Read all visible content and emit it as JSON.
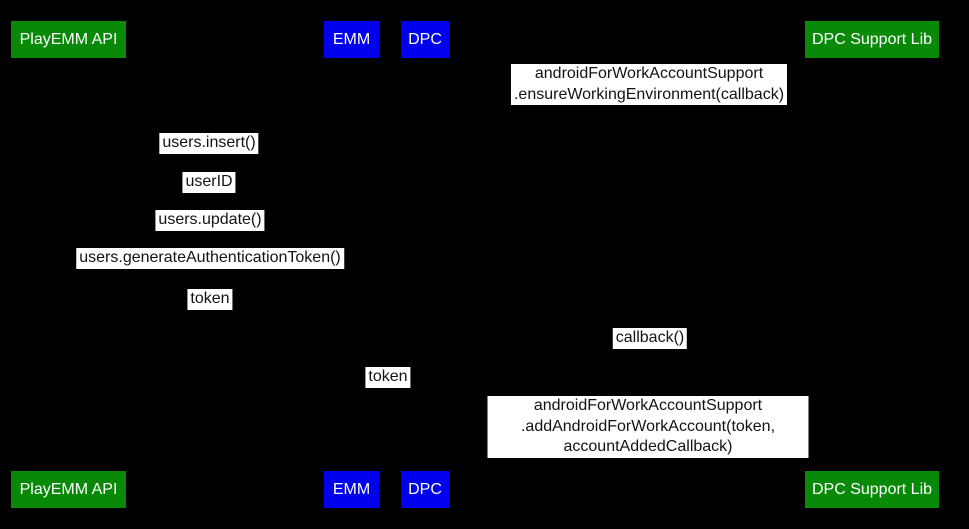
{
  "diagram": {
    "type": "sequence-diagram",
    "background_color": "#000000",
    "actor_colors": {
      "green": "#088A08",
      "blue": "#0000EE"
    },
    "label_colors": {
      "label_background": "#FFFFFF",
      "label_text": "#131313",
      "actor_text": "#FFFFFF"
    },
    "actors": [
      {
        "label": "PlayEMM API",
        "color": "green"
      },
      {
        "label": "EMM",
        "color": "blue"
      },
      {
        "label": "DPC",
        "color": "blue"
      },
      {
        "label": "DPC Support Lib",
        "color": "green"
      }
    ],
    "messages": [
      {
        "text": "androidForWorkAccountSupport\n.ensureWorkingEnvironment(callback)"
      },
      {
        "text": "users.insert()"
      },
      {
        "text": "userID"
      },
      {
        "text": "users.update()"
      },
      {
        "text": "users.generateAuthenticationToken()"
      },
      {
        "text": "token"
      },
      {
        "text": "callback()"
      },
      {
        "text": "token"
      },
      {
        "text": "androidForWorkAccountSupport\n.addAndroidForWorkAccount(token, accountAddedCallback)"
      }
    ]
  }
}
